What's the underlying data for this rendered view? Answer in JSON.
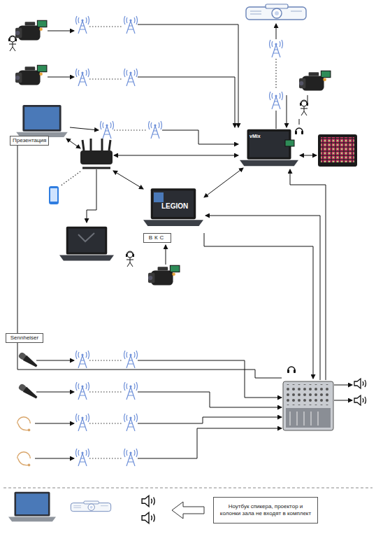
{
  "diagram": {
    "nodes": [
      {
        "text": [
          "Презентация"
        ]
      },
      {
        "text": [
          "ВКС"
        ]
      },
      {
        "text": [
          "Sennheiser"
        ]
      },
      {
        "text": [
          "Ноутбук спикера, проектор и колонки зала не входят в комплект"
        ]
      }
    ],
    "labels": [
      "vMix",
      "LEGION"
    ]
  }
}
